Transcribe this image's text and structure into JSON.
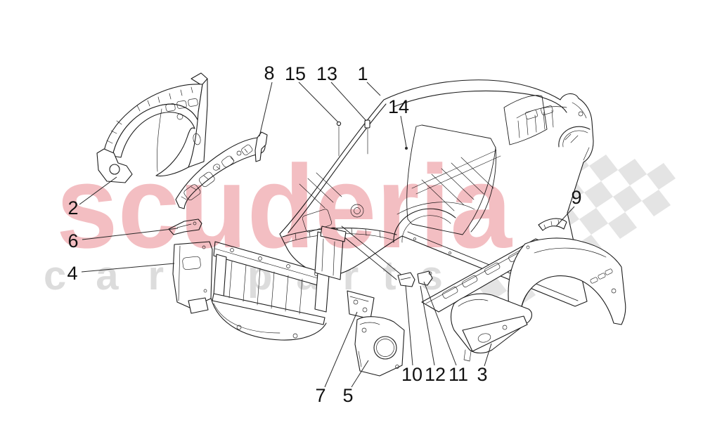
{
  "canvas": {
    "background": "#ffffff",
    "line_color": "#1c1c1c"
  },
  "watermark": {
    "brand_word": "scuderia",
    "sub_words": [
      "car",
      "parts"
    ],
    "brand_color": "#dd4550",
    "brand_opacity": 0.35,
    "sub_color": "#dcdcdc",
    "flag_color": "#e4e4e4"
  },
  "diagram": {
    "type": "exploded-parts-diagram",
    "callouts": [
      {
        "label": "1"
      },
      {
        "label": "2"
      },
      {
        "label": "3"
      },
      {
        "label": "4"
      },
      {
        "label": "5"
      },
      {
        "label": "6"
      },
      {
        "label": "7"
      },
      {
        "label": "8"
      },
      {
        "label": "9"
      },
      {
        "label": "10"
      },
      {
        "label": "11"
      },
      {
        "label": "12"
      },
      {
        "label": "13"
      },
      {
        "label": "14"
      },
      {
        "label": "15"
      }
    ]
  }
}
